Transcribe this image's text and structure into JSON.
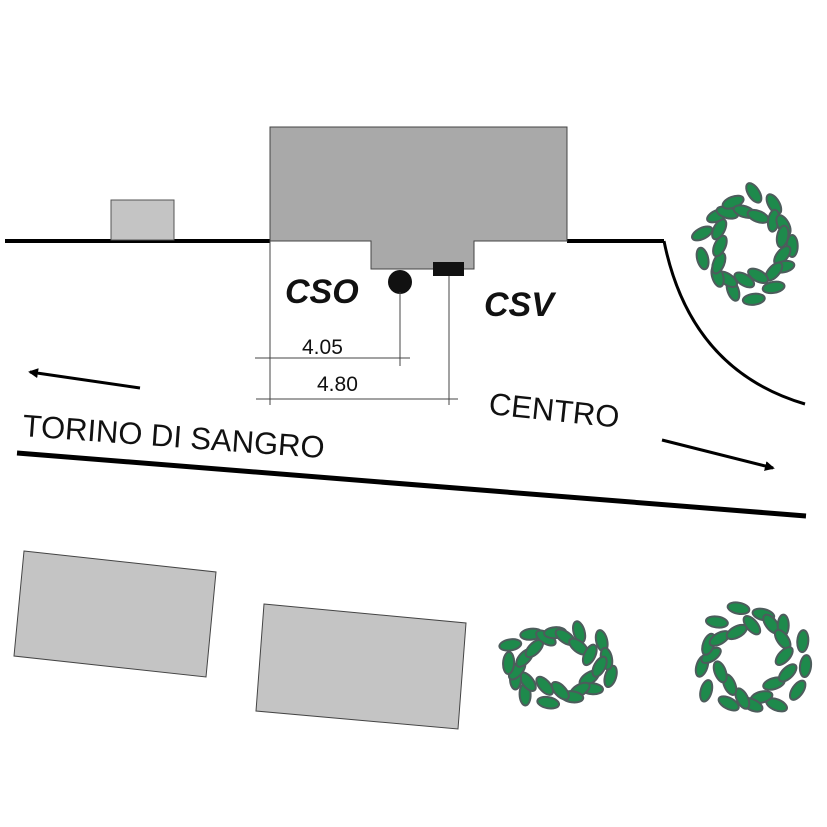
{
  "labels": {
    "cso": "CSO",
    "csv": "CSV",
    "dim_cso": "4.05",
    "dim_csv": "4.80",
    "direction_left": "TORINO DI SANGRO",
    "direction_right": "CENTRO"
  },
  "colors": {
    "building_main": "#a9a9a9",
    "building_other": "#c4c4c4",
    "tree_leaf": "#1e8a4c",
    "tree_outline": "#4d5c5c",
    "line": "#000000"
  }
}
